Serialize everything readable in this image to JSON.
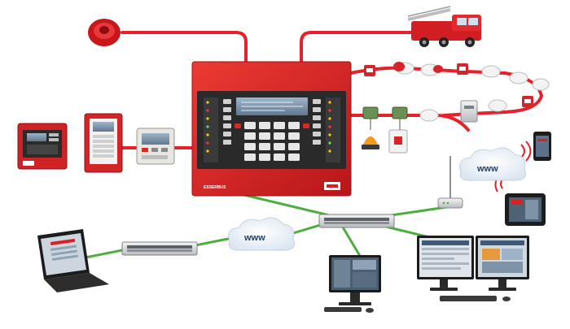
{
  "colors": {
    "bus_red": "#e8202a",
    "net_green": "#4cae3c",
    "panel_red": "#d9221f",
    "panel_dark": "#1e1e1e",
    "cloud": "#eef3f8"
  },
  "clouds": {
    "internet_left": "www",
    "internet_right": "www"
  },
  "panel": {
    "brand": "ESSERBUS"
  },
  "icons": {
    "alarm_sounder": "sounder-icon",
    "fire_truck": "fire-truck-icon",
    "smoke_detector": "smoke-detector-icon",
    "call_point": "manual-call-point-icon",
    "module": "io-module-icon",
    "beacon": "beacon-icon",
    "router": "router-icon",
    "switch": "network-switch-icon",
    "laptop": "laptop-icon",
    "monitor": "monitor-icon",
    "smartphone": "smartphone-icon",
    "tablet": "tablet-icon",
    "wifi": "wifi-icon"
  }
}
